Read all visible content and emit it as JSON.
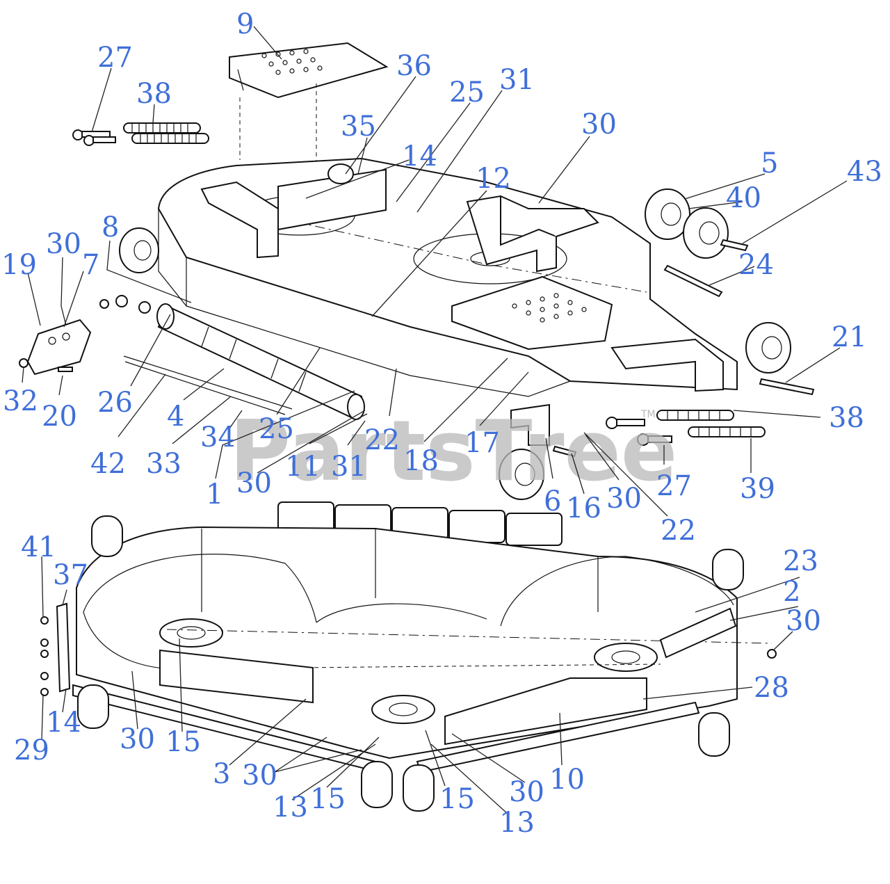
{
  "watermark": {
    "text": "PartsTree",
    "trademark": "TM"
  },
  "callouts": [
    {
      "id": "c9",
      "label": "9"
    },
    {
      "id": "c27a",
      "label": "27"
    },
    {
      "id": "c38a",
      "label": "38"
    },
    {
      "id": "c36",
      "label": "36"
    },
    {
      "id": "c25a",
      "label": "25"
    },
    {
      "id": "c31a",
      "label": "31"
    },
    {
      "id": "c35",
      "label": "35"
    },
    {
      "id": "c14a",
      "label": "14"
    },
    {
      "id": "c30a",
      "label": "30"
    },
    {
      "id": "c12",
      "label": "12"
    },
    {
      "id": "c5",
      "label": "5"
    },
    {
      "id": "c43",
      "label": "43"
    },
    {
      "id": "c40",
      "label": "40"
    },
    {
      "id": "c8",
      "label": "8"
    },
    {
      "id": "c30b",
      "label": "30"
    },
    {
      "id": "c19",
      "label": "19"
    },
    {
      "id": "c7",
      "label": "7"
    },
    {
      "id": "c24",
      "label": "24"
    },
    {
      "id": "c21",
      "label": "21"
    },
    {
      "id": "c26",
      "label": "26"
    },
    {
      "id": "c32",
      "label": "32"
    },
    {
      "id": "c20",
      "label": "20"
    },
    {
      "id": "c4",
      "label": "4"
    },
    {
      "id": "c42",
      "label": "42"
    },
    {
      "id": "c33",
      "label": "33"
    },
    {
      "id": "c34",
      "label": "34"
    },
    {
      "id": "c25b",
      "label": "25"
    },
    {
      "id": "c22a",
      "label": "22"
    },
    {
      "id": "c18",
      "label": "18"
    },
    {
      "id": "c17",
      "label": "17"
    },
    {
      "id": "c38b",
      "label": "38"
    },
    {
      "id": "c11",
      "label": "11"
    },
    {
      "id": "c31b",
      "label": "31"
    },
    {
      "id": "c1",
      "label": "1"
    },
    {
      "id": "c30c",
      "label": "30"
    },
    {
      "id": "c6",
      "label": "6"
    },
    {
      "id": "c16",
      "label": "16"
    },
    {
      "id": "c30d",
      "label": "30"
    },
    {
      "id": "c27b",
      "label": "27"
    },
    {
      "id": "c39",
      "label": "39"
    },
    {
      "id": "c22b",
      "label": "22"
    },
    {
      "id": "c41",
      "label": "41"
    },
    {
      "id": "c37",
      "label": "37"
    },
    {
      "id": "c23",
      "label": "23"
    },
    {
      "id": "c2",
      "label": "2"
    },
    {
      "id": "c30e",
      "label": "30"
    },
    {
      "id": "c28",
      "label": "28"
    },
    {
      "id": "c14b",
      "label": "14"
    },
    {
      "id": "c29",
      "label": "29"
    },
    {
      "id": "c30f",
      "label": "30"
    },
    {
      "id": "c15a",
      "label": "15"
    },
    {
      "id": "c3",
      "label": "3"
    },
    {
      "id": "c30g",
      "label": "30"
    },
    {
      "id": "c13a",
      "label": "13"
    },
    {
      "id": "c15b",
      "label": "15"
    },
    {
      "id": "c15c",
      "label": "15"
    },
    {
      "id": "c13b",
      "label": "13"
    },
    {
      "id": "c30h",
      "label": "30"
    },
    {
      "id": "c10",
      "label": "10"
    }
  ]
}
